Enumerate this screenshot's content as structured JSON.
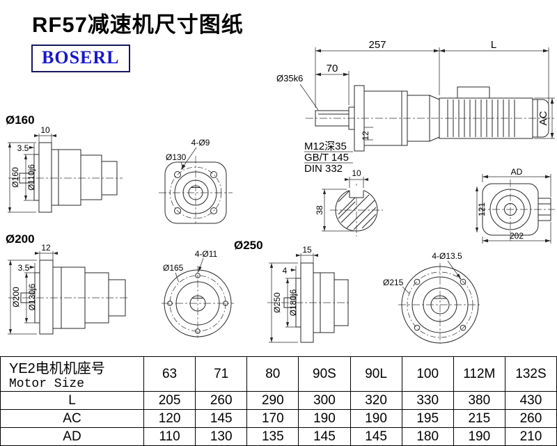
{
  "page": {
    "title": "RF57减速机尺寸图纸",
    "logo": "BOSERL"
  },
  "labels": {
    "flange160": "Ø160",
    "flange200": "Ø200",
    "flange250": "Ø250"
  },
  "main_drawing": {
    "dim_257": "257",
    "dim_L": "L",
    "dim_70": "70",
    "dim_shaft": "Ø35k6",
    "dim_AC": "AC",
    "dim_12": "12",
    "note1": "M12深35",
    "note2": "GB/T 145",
    "note3": "DIN 332"
  },
  "drawing160": {
    "dim_10": "10",
    "dim_35": "3.5",
    "dim_d160": "Ø160",
    "dim_d110": "Ø110j6"
  },
  "drawing130": {
    "dim_holes": "4-Ø9",
    "dim_bc": "Ø130"
  },
  "shaft_section": {
    "dim_10": "10",
    "dim_38": "38"
  },
  "ad_view": {
    "dim_AD": "AD",
    "dim_121": "121",
    "dim_202": "202"
  },
  "drawing200": {
    "dim_12": "12",
    "dim_35": "3.5",
    "dim_d200": "Ø200",
    "dim_d130": "Ø130j6"
  },
  "drawing165": {
    "dim_holes": "4-Ø11",
    "dim_bc": "Ø165"
  },
  "drawing250": {
    "dim_15": "15",
    "dim_4": "4",
    "dim_d250": "Ø250",
    "dim_d180": "Ø180j6"
  },
  "drawing215": {
    "dim_holes": "4-Ø13.5",
    "dim_bc": "Ø215"
  },
  "table": {
    "header_cn": "YE2电机机座号",
    "header_en": "Motor Size",
    "sizes": [
      "63",
      "71",
      "80",
      "90S",
      "90L",
      "100",
      "112M",
      "132S"
    ],
    "rows": [
      {
        "label": "L",
        "values": [
          "205",
          "260",
          "290",
          "300",
          "320",
          "330",
          "380",
          "430"
        ]
      },
      {
        "label": "AC",
        "values": [
          "120",
          "145",
          "170",
          "190",
          "190",
          "195",
          "215",
          "260"
        ]
      },
      {
        "label": "AD",
        "values": [
          "110",
          "130",
          "135",
          "145",
          "145",
          "180",
          "190",
          "210"
        ]
      }
    ]
  }
}
